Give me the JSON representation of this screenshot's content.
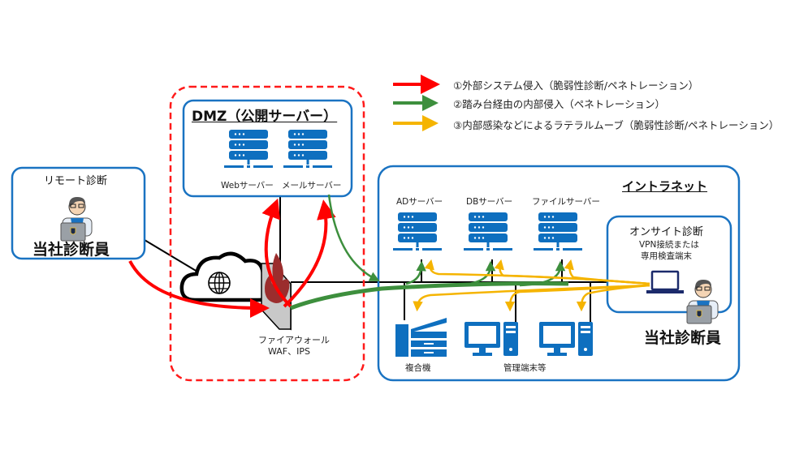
{
  "legend": [
    {
      "id": "external",
      "color": "#ff0000",
      "label": "①外部システム侵入（脆弱性診断/ペネトレーション）"
    },
    {
      "id": "pivot",
      "color": "#3d8f3d",
      "label": "②踏み台経由の内部侵入（ペネトレーション）"
    },
    {
      "id": "lateral",
      "color": "#f5b400",
      "label": "③内部感染などによるラテラルムーブ（脆弱性診断/ペネトレーション）"
    }
  ],
  "colors": {
    "blue": "#0e6fbf",
    "box_border": "#1a73c2",
    "dmz_dash": "#ff1a1a",
    "flame": "#9b2d2d",
    "wire": "#000000"
  },
  "remote": {
    "title": "リモート診断",
    "person_label": "当社診断員"
  },
  "dmz": {
    "title": "DMZ（公開サーバー）",
    "servers": [
      {
        "label": "Webサーバー",
        "icon": "server-icon"
      },
      {
        "label": "メールサーバー",
        "icon": "server-icon"
      }
    ]
  },
  "internet": {
    "icon": "cloud-globe-icon"
  },
  "firewall": {
    "label_line1": "ファイアウォール",
    "label_line2": "WAF、IPS",
    "icon": "firewall-icon"
  },
  "intranet": {
    "title": "イントラネット",
    "servers": [
      {
        "label": "ADサーバー",
        "icon": "server-icon"
      },
      {
        "label": "DBサーバー",
        "icon": "server-icon"
      },
      {
        "label": "ファイルサーバー",
        "icon": "server-icon"
      }
    ],
    "devices": [
      {
        "label": "複合機",
        "icon": "printer-icon"
      },
      {
        "label": "管理端末等",
        "icon": "desktop-pc-icon"
      }
    ]
  },
  "onsite": {
    "title": "オンサイト診断",
    "subtitle_line1": "VPN接続または",
    "subtitle_line2": "専用検査端末",
    "person_label": "当社診断員"
  }
}
